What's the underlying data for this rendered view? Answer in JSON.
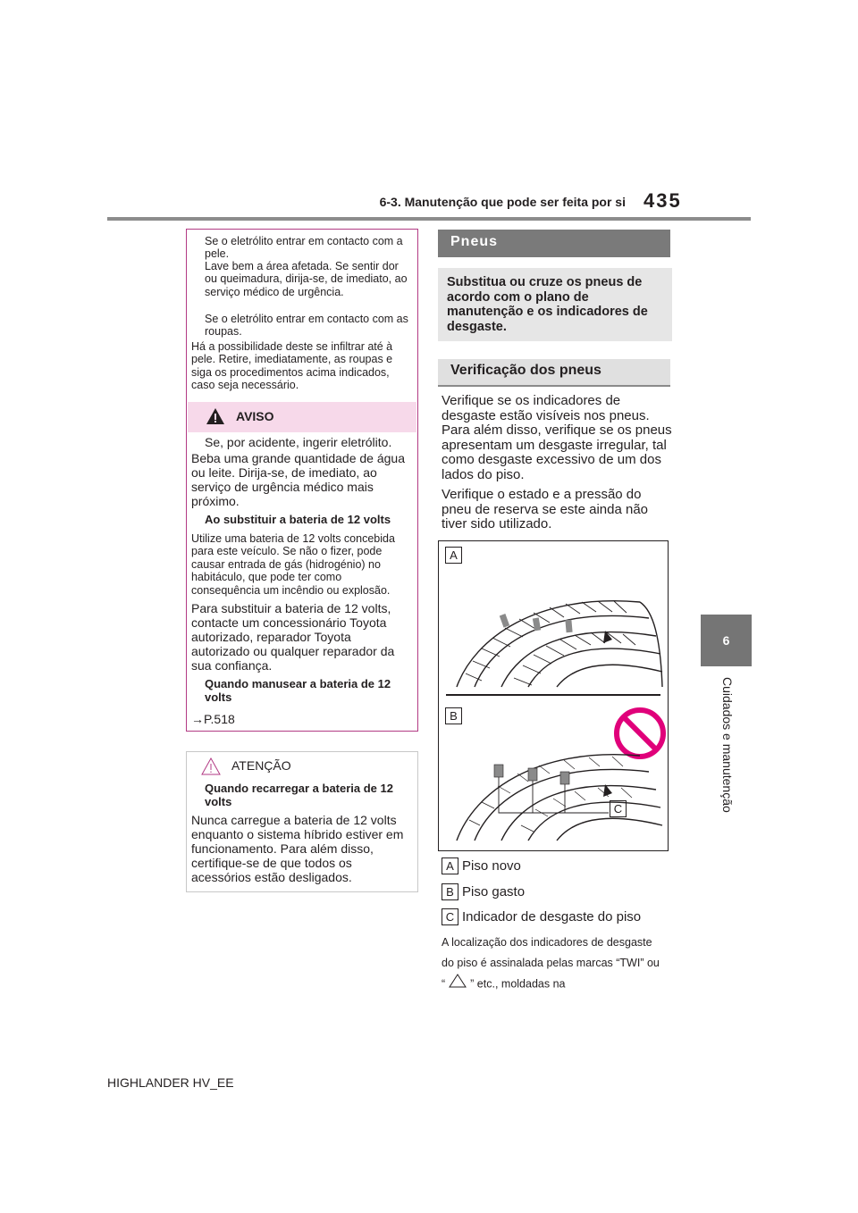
{
  "header": {
    "section": "6-3. Manutenção que pode ser feita por si",
    "page_number": "435"
  },
  "side_tab": {
    "number": "6",
    "label": "Cuidados e manutenção"
  },
  "warning_box": {
    "skin_heading": "Se o eletrólito entrar em contacto com a pele.",
    "skin_text": "Lave bem a área afetada. Se sentir dor ou queimadura, dirija-se, de imediato, ao serviço médico de urgência.",
    "clothes_heading": "Se o eletrólito entrar em contacto com as roupas.",
    "clothes_text": "Há a possibilidade deste se infiltrar até à pele. Retire, imediatamente, as roupas e siga os procedimentos acima indicados, caso seja necessário.",
    "aviso_label": "AVISO",
    "ingest_heading": "Se, por acidente, ingerir eletrólito.",
    "ingest_text": "Beba uma grande quantidade de água ou leite. Dirija-se, de imediato, ao serviço de urgência médico mais próximo.",
    "replace_heading": "Ao substituir a bateria de 12 volts",
    "replace_text1": "Utilize uma bateria de 12 volts concebida para este veículo. Se não o fizer, pode causar entrada de gás (hidrogénio) no habitáculo, que pode ter como consequência um incêndio ou explosão.",
    "replace_text2": "Para substituir a bateria de 12 volts, contacte um concessionário Toyota autorizado, reparador Toyota autorizado ou qualquer reparador da sua confiança.",
    "handle_heading": "Quando manusear a bateria de 12 volts",
    "handle_ref": "P.518"
  },
  "attention_box": {
    "label": "ATENÇÃO",
    "heading": "Quando recarregar a bateria de 12 volts",
    "text": "Nunca carregue a bateria de 12 volts enquanto o sistema híbrido estiver em funcionamento. Para além disso, certifique-se de que todos os acessórios estão desligados."
  },
  "right": {
    "title": "Pneus",
    "subtitle": "Substitua ou cruze os pneus de acordo com o plano de manutenção e os indicadores de desgaste.",
    "section_title": "Verificação dos pneus",
    "para1": "Verifique se os indicadores de desgaste estão visíveis nos pneus. Para além disso, verifique se os pneus apresentam um desgaste irregular, tal como desgaste excessivo de um dos lados do piso.",
    "para2": "Verifique o estado e a pressão do pneu de reserva se este ainda não tiver sido utilizado.",
    "figure_labels": [
      "A",
      "B",
      "C"
    ],
    "legend": [
      {
        "key": "A",
        "text": "Piso novo"
      },
      {
        "key": "B",
        "text": "Piso gasto"
      },
      {
        "key": "C",
        "text": "Indicador de desgaste do piso"
      }
    ],
    "note_before": "A localização dos indicadores de desgaste do piso é assinalada pelas marcas “TWI” ou “",
    "note_after": "” etc., moldadas na"
  },
  "footer": "HIGHLANDER HV_EE"
}
